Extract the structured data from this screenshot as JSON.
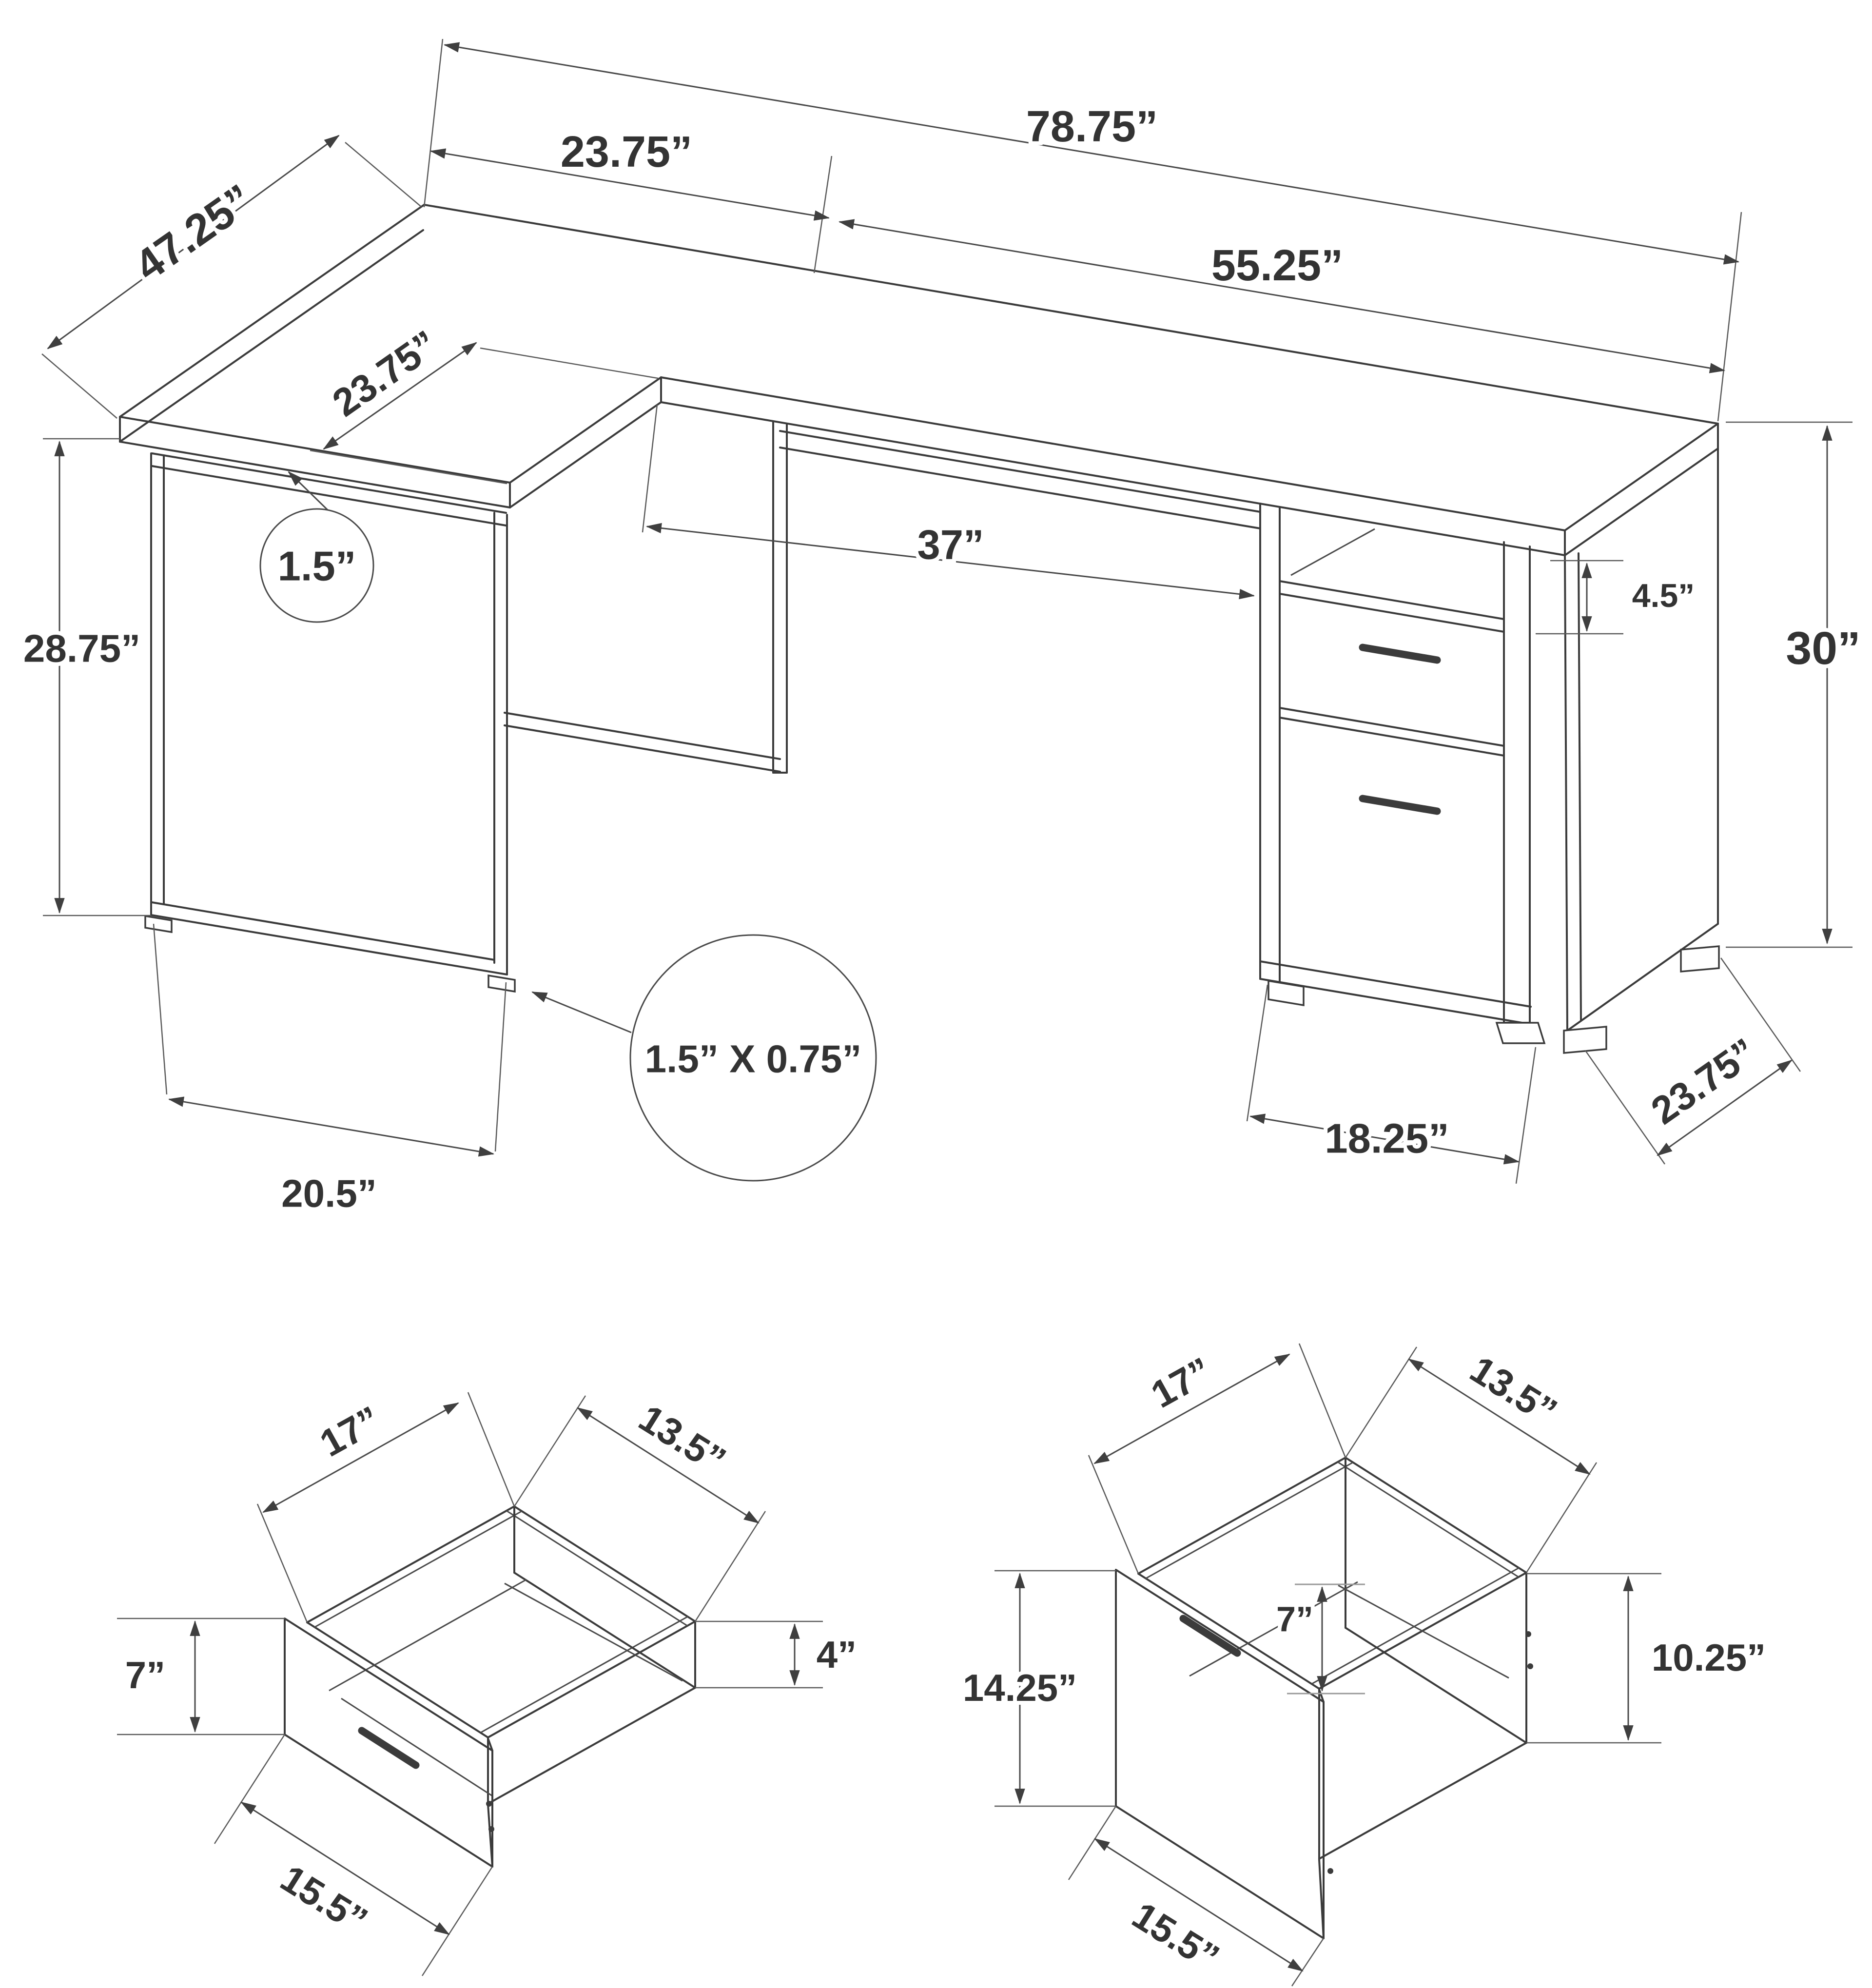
{
  "desk": {
    "overall_width": "78.75”",
    "wing_back_width": "23.75”",
    "main_back_width": "55.25”",
    "wing_length": "47.25”",
    "wing_inner_width": "23.75”",
    "kneespace_width": "37”",
    "open_shelf_height": "4.5”",
    "overall_height": "30”",
    "top_thickness": "1.5”",
    "underdesk_clearance": "28.75”",
    "leg_base_width": "20.5”",
    "frame_tube_size": "1.5” X 0.75”",
    "pedestal_width": "18.25”",
    "desk_depth": "23.75”"
  },
  "small_drawer": {
    "depth": "17”",
    "inner_width": "13.5”",
    "front_height": "7”",
    "side_height": "4”",
    "front_width": "15.5”"
  },
  "file_drawer": {
    "depth": "17”",
    "inner_width": "13.5”",
    "inner_depth": "7”",
    "front_height": "14.25”",
    "side_height": "10.25”",
    "front_width": "15.5”"
  }
}
